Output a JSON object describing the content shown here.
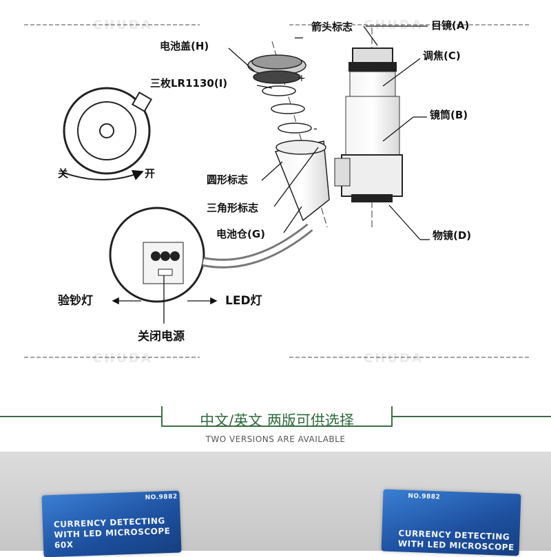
{
  "watermark": "CHUDA",
  "labels": {
    "arrow_mark": "箭头标志",
    "eyepiece": "目镜(A)",
    "battery_cover": "电池盖(H)",
    "focus": "调焦(C)",
    "batteries": "三枚LR1130(I)",
    "barrel": "镜筒(B)",
    "close": "关",
    "open": "开",
    "circle_mark": "圆形标志",
    "triangle_mark": "三角形标志",
    "battery_compartment": "电池仓(G)",
    "objective": "物镜(D)",
    "uv_light": "验钞灯",
    "led_light": "LED灯",
    "power_off": "关闭电源",
    "plus": "+",
    "minus": "-"
  },
  "banner": {
    "title": "中文/英文 两版可供选择",
    "subtitle": "TWO VERSIONS ARE AVAILABLE"
  },
  "photo": {
    "left_box": {
      "model": "NO.9882",
      "line1": "CURRENCY DETECTING",
      "line2": "WITH LED MICROSCOPE",
      "line3": "60X"
    },
    "right_box": {
      "model": "NO.9882",
      "line1": "CURRENCY DETECTING",
      "line2": "WITH LED MICROSCOPE"
    }
  },
  "colors": {
    "banner_green": "#2f6a3d",
    "box_blue": "#1d4f9e"
  }
}
